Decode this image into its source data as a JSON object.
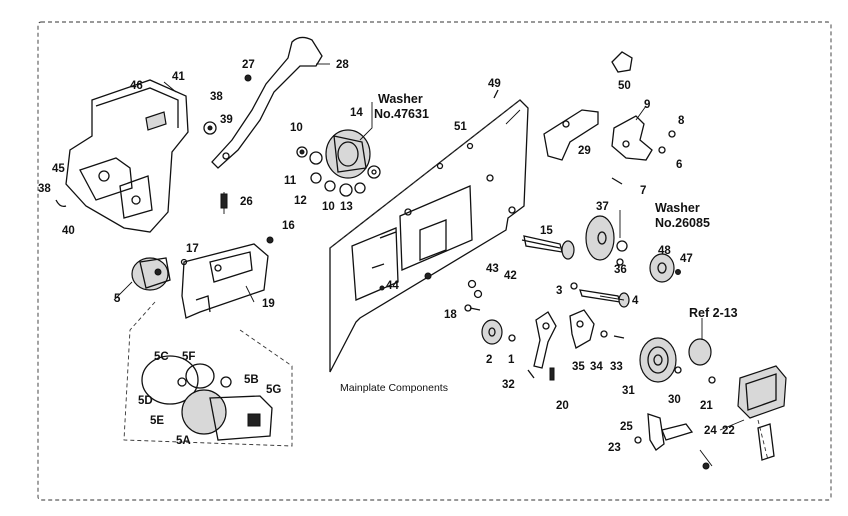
{
  "caption": "Mainplate Components",
  "washer_a": {
    "title": "Washer",
    "part_no": "No.47631"
  },
  "washer_b": {
    "title": "Washer",
    "part_no": "No.26085"
  },
  "ref_label": "Ref 2-13",
  "labels": {
    "p1": "1",
    "p2": "2",
    "p3": "3",
    "p4": "4",
    "p5": "5",
    "p5A": "5A",
    "p5B": "5B",
    "p5C": "5C",
    "p5D": "5D",
    "p5E": "5E",
    "p5F": "5F",
    "p5G": "5G",
    "p6": "6",
    "p7": "7",
    "p8": "8",
    "p9": "9",
    "p10a": "10",
    "p10b": "10",
    "p11": "11",
    "p12": "12",
    "p13": "13",
    "p14": "14",
    "p15": "15",
    "p16": "16",
    "p17": "17",
    "p18": "18",
    "p19": "19",
    "p20": "20",
    "p21": "21",
    "p22": "22",
    "p23": "23",
    "p24": "24",
    "p25": "25",
    "p26": "26",
    "p27": "27",
    "p28": "28",
    "p29": "29",
    "p30": "30",
    "p31": "31",
    "p32": "32",
    "p33": "33",
    "p34": "34",
    "p35": "35",
    "p36": "36",
    "p37": "37",
    "p38a": "38",
    "p38b": "38",
    "p39": "39",
    "p40": "40",
    "p41": "41",
    "p42": "42",
    "p43": "43",
    "p44": "44",
    "p45": "45",
    "p46": "46",
    "p47": "47",
    "p48": "48",
    "p49": "49",
    "p50": "50",
    "p51": "51"
  }
}
